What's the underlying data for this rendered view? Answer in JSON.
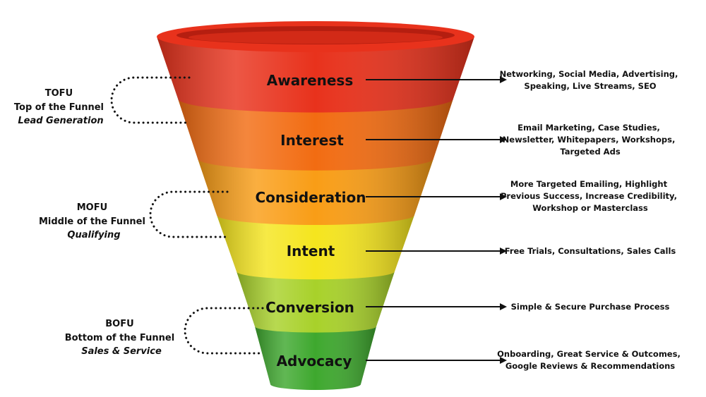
{
  "stages": [
    {
      "label": "Awareness",
      "color": "#e8321c",
      "tactics": [
        "Networking, Social Media, Advertising,",
        "Speaking, Live Streams, SEO"
      ]
    },
    {
      "label": "Interest",
      "color": "#f26c12",
      "tactics": [
        "Email Marketing, Case Studies,",
        "Newsletter, Whitepapers, Workshops,",
        "Targeted Ads"
      ]
    },
    {
      "label": "Consideration",
      "color": "#f99d16",
      "tactics": [
        "More Targeted Emailing, Highlight",
        "Previous Success, Increase Credibility,",
        "Workshop or Masterclass"
      ]
    },
    {
      "label": "Intent",
      "color": "#f5e51e",
      "tactics": [
        "Free Trials, Consultations, Sales Calls"
      ]
    },
    {
      "label": "Conversion",
      "color": "#a8d12a",
      "tactics": [
        "Simple & Secure Purchase Process"
      ]
    },
    {
      "label": "Advocacy",
      "color": "#3ea82e",
      "tactics": [
        "Onboarding, Great Service & Outcomes,",
        "Google Reviews & Recommendations"
      ]
    }
  ],
  "groups": [
    {
      "abbr": "TOFU",
      "title": "Top of the Funnel",
      "subtitle": "Lead Generation"
    },
    {
      "abbr": "MOFU",
      "title": "Middle of the Funnel",
      "subtitle": "Qualifying"
    },
    {
      "abbr": "BOFU",
      "title": "Bottom of the Funnel",
      "subtitle": "Sales & Service"
    }
  ]
}
